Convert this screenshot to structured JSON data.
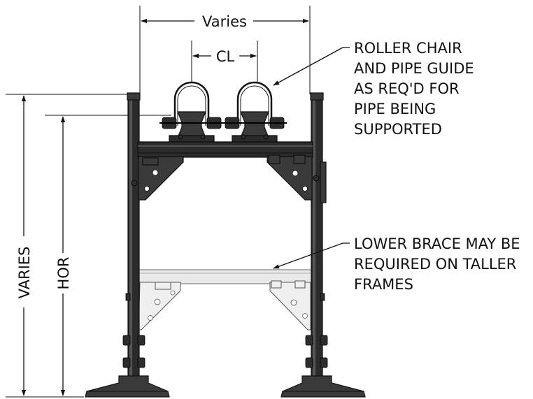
{
  "dimensions": {
    "width_label": "Varies",
    "centerline_label": "CL",
    "height_label": "VARIES",
    "hor_label": "HOR"
  },
  "callouts": {
    "roller_chair": [
      "ROLLER CHAIR",
      "AND PIPE GUIDE",
      "AS REQ'D FOR",
      "PIPE BEING",
      "SUPPORTED"
    ],
    "lower_brace": [
      "LOWER BRACE MAY BE",
      "REQUIRED ON TALLER",
      "FRAMES"
    ]
  }
}
